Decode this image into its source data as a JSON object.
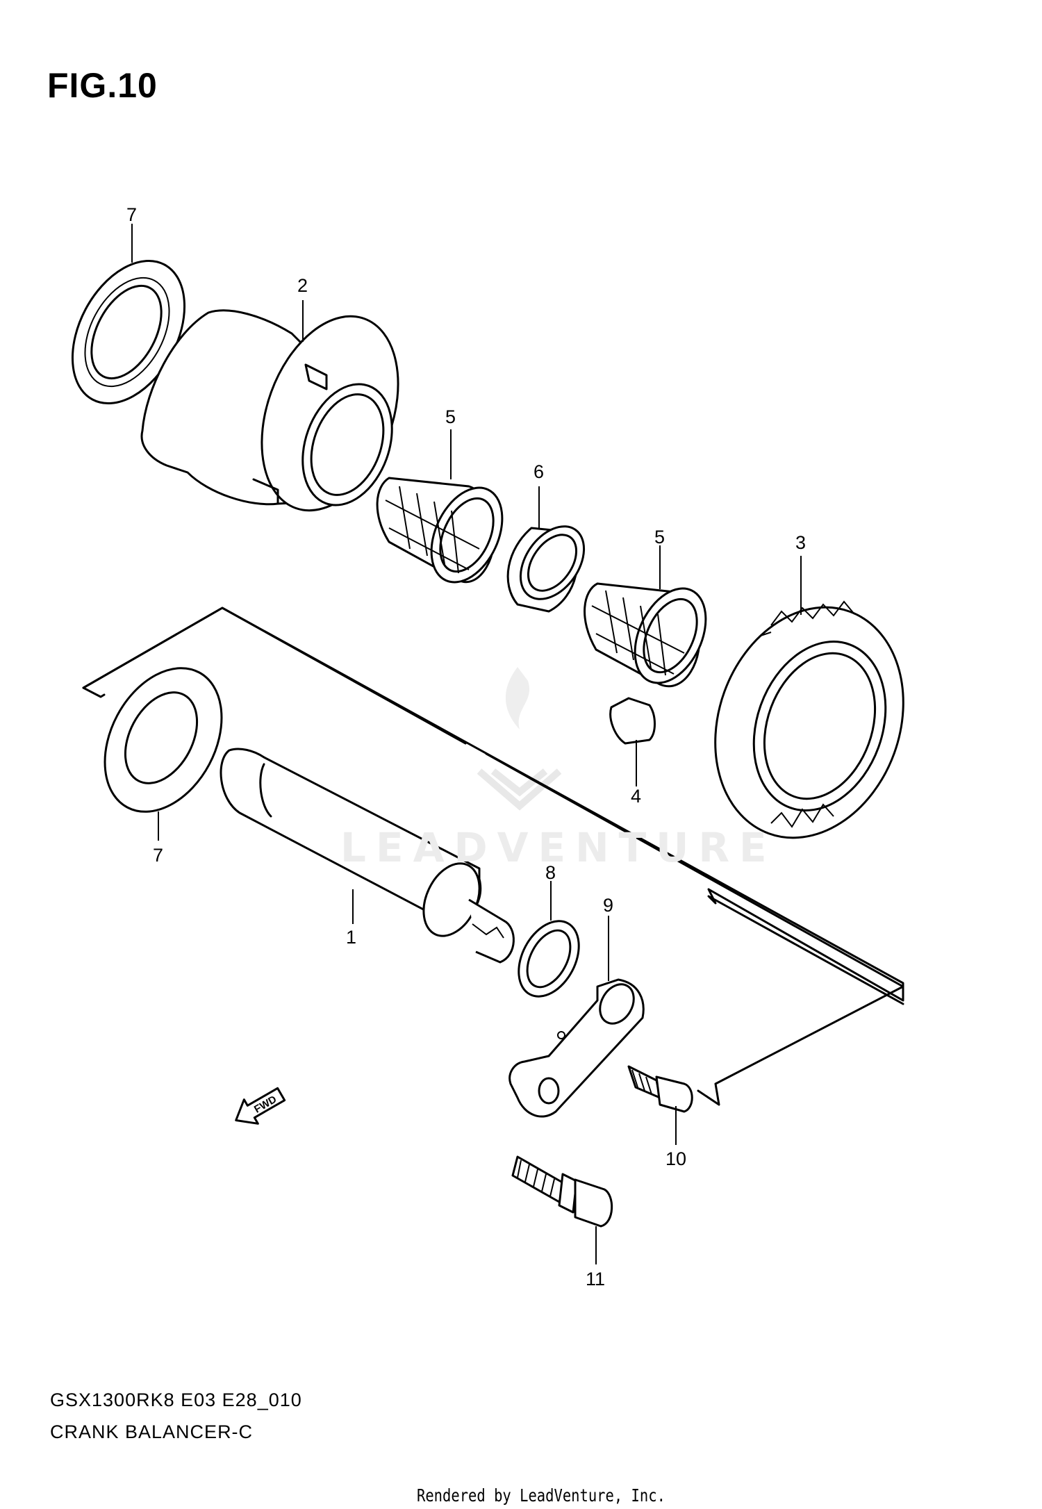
{
  "figure": {
    "title": "FIG.10"
  },
  "callouts": [
    "1",
    "2",
    "3",
    "4",
    "5",
    "5",
    "6",
    "7",
    "7",
    "8",
    "9",
    "10",
    "11"
  ],
  "fwd_label": "FWD",
  "watermark": {
    "brand": "LEADVENTURE"
  },
  "caption": {
    "model_code": "GSX1300RK8 E03 E28_010",
    "part_name": "CRANK BALANCER-C"
  },
  "footer": {
    "rendered_by": "Rendered by LeadVenture, Inc."
  }
}
